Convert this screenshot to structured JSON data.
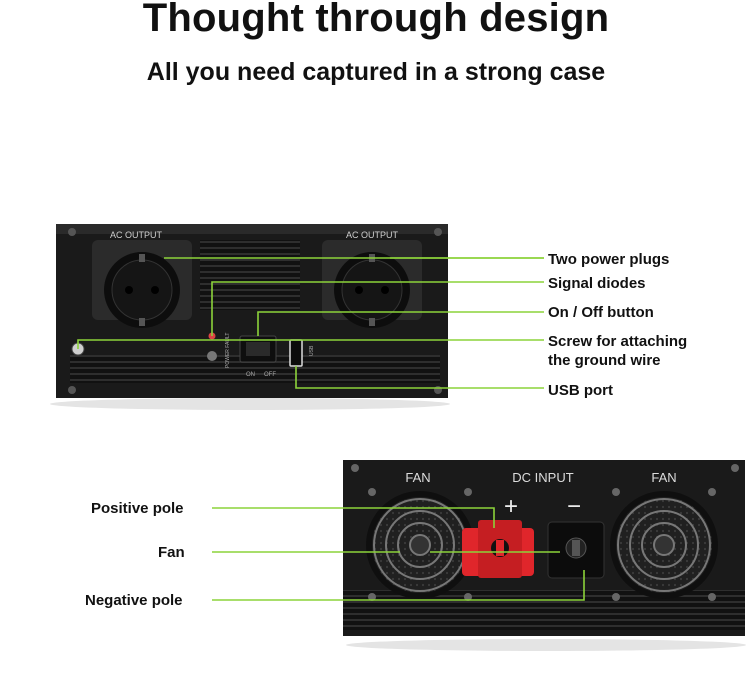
{
  "header": {
    "title": "Thought through design",
    "subtitle": "All you need captured in a strong case"
  },
  "top_device": {
    "ac_output_left": "AC OUTPUT",
    "ac_output_right": "AC OUTPUT",
    "power_fault": "POWER FAULT",
    "switch_on": "ON",
    "switch_off": "OFF",
    "usb": "USB"
  },
  "top_callouts": {
    "power_plugs": "Two power plugs",
    "signal_diodes": "Signal diodes",
    "on_off": "On / Off button",
    "screw_line1": "Screw for attaching",
    "screw_line2": "the ground wire",
    "usb_port": "USB port"
  },
  "bottom_device": {
    "fan_left": "FAN",
    "dc_input": "DC INPUT",
    "fan_right": "FAN",
    "plus": "+",
    "minus": "−"
  },
  "bottom_callouts": {
    "positive_pole": "Positive pole",
    "fan": "Fan",
    "negative_pole": "Negative pole"
  },
  "colors": {
    "accent_line": "#8cd33a",
    "device_body": "#1a1a1a",
    "positive_terminal": "#e0262b"
  }
}
